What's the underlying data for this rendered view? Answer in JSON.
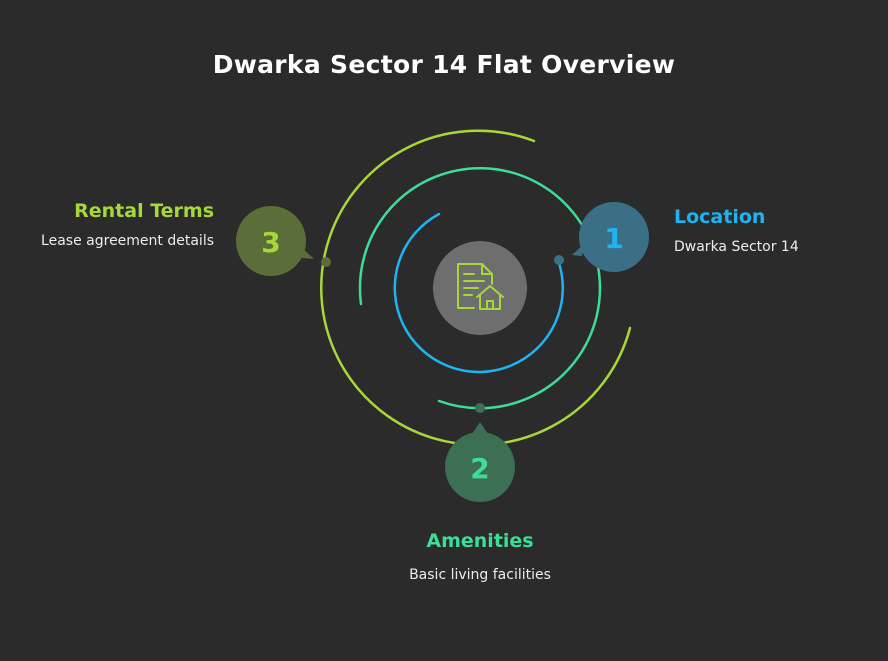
{
  "title": "Dwarka Sector 14 Flat Overview",
  "colors": {
    "background": "#2b2b2b",
    "location": "#1fb4f0",
    "amenities": "#3ddc97",
    "rental": "#a6d83a",
    "center_circle": "#6e6e6e",
    "center_icon": "#a6d83a"
  },
  "center": {
    "icon": "document-house-icon"
  },
  "items": [
    {
      "number": "1",
      "title": "Location",
      "description": "Dwarka Sector 14",
      "color": "#1fb4f0",
      "bubble_color": "#3b6f86"
    },
    {
      "number": "2",
      "title": "Amenities",
      "description": "Basic living facilities",
      "color": "#3ddc97",
      "bubble_color": "#3d6f55"
    },
    {
      "number": "3",
      "title": "Rental Terms",
      "description": "Lease agreement details",
      "color": "#a6d83a",
      "bubble_color": "#5b6e3a"
    }
  ]
}
